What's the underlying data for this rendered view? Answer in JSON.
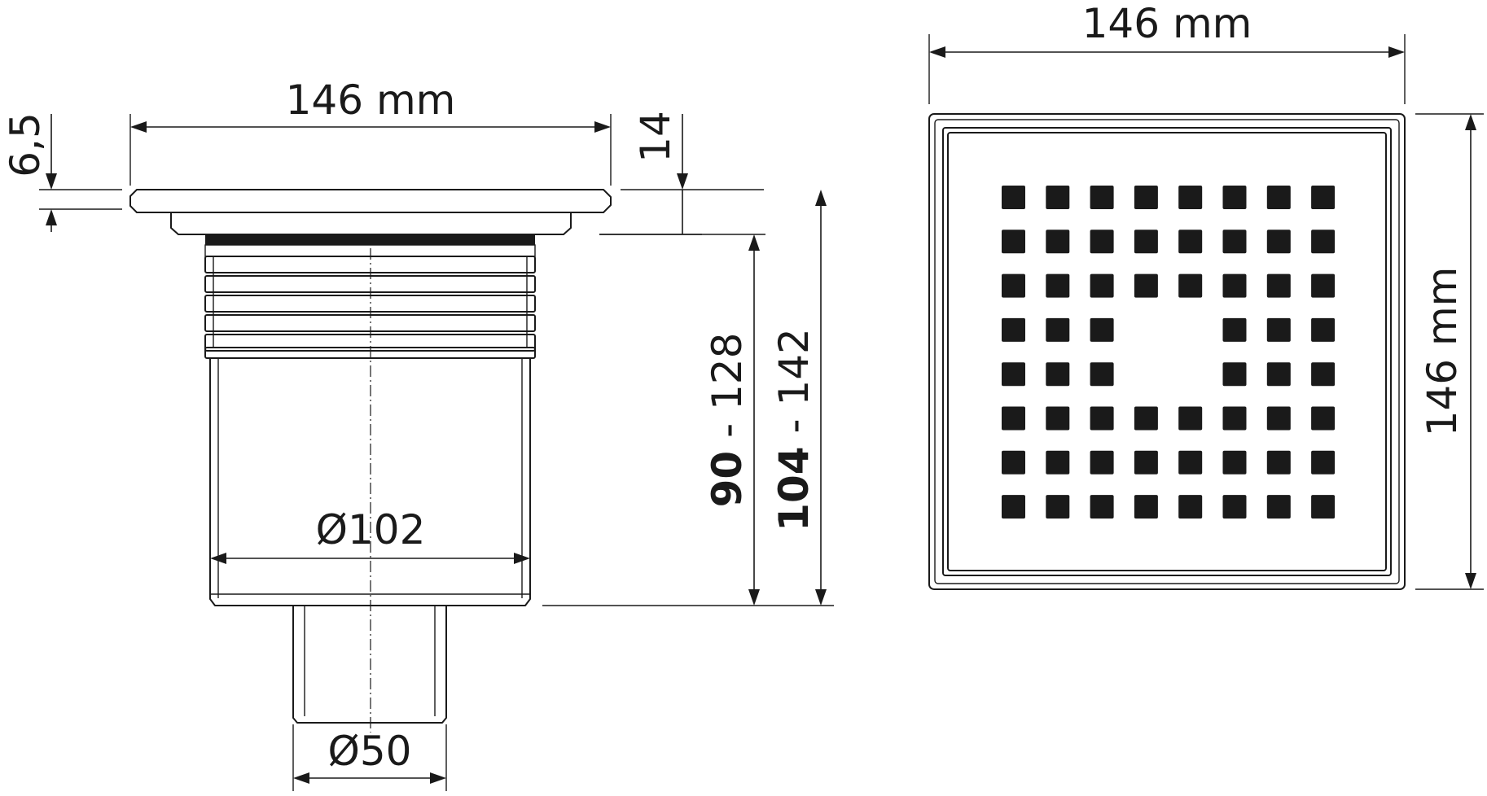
{
  "side_view": {
    "width_label": "146 mm",
    "flange_label": "6,5",
    "grate_label": "14",
    "body_diameter_label": "Ø102",
    "outlet_diameter_label": "Ø50",
    "height_min_bold": "90",
    "height_min_rest": " - 128",
    "height_max_bold": "104",
    "height_max_rest": " - 142"
  },
  "top_view": {
    "width_label": "146 mm",
    "height_label": "146 mm",
    "grid_pattern": [
      "11111111",
      "11111111",
      "11111111",
      "11100111",
      "11100111",
      "11111111",
      "11111111",
      "11111111"
    ]
  }
}
